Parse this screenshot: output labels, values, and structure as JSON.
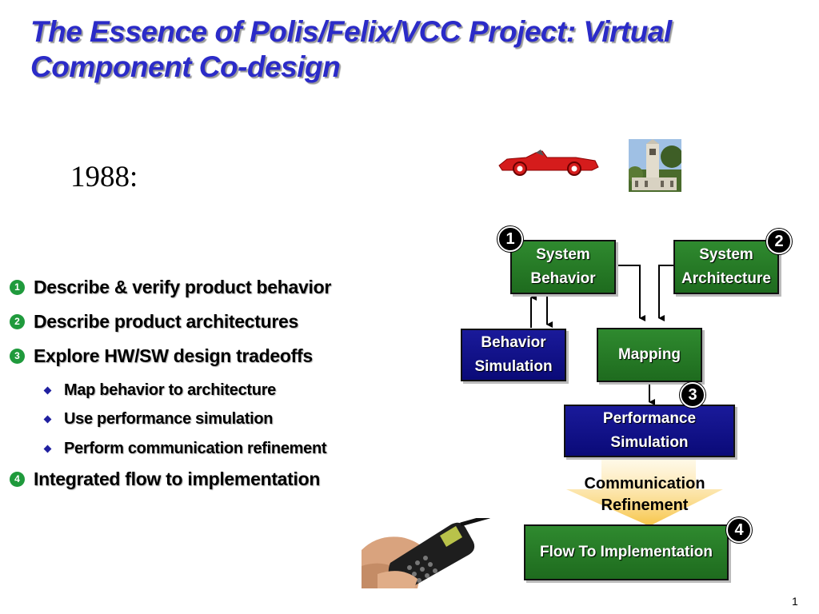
{
  "title": {
    "line1": "The Essence of Polis/Felix/VCC Project: Virtual",
    "line2": "Component Co-design"
  },
  "year": "1988:",
  "bullets": [
    {
      "num": "1",
      "text": "Describe & verify product behavior"
    },
    {
      "num": "2",
      "text": "Describe product architectures"
    },
    {
      "num": "3",
      "text": "Explore HW/SW design tradeoffs"
    }
  ],
  "sub_bullets": [
    "Map behavior to architecture",
    "Use performance simulation",
    "Perform communication refinement"
  ],
  "last_bullet": {
    "num": "4",
    "text": "Integrated flow to implementation"
  },
  "diagram": {
    "system_behavior": {
      "line1": "System",
      "line2": "Behavior"
    },
    "system_architecture": {
      "line1": "System",
      "line2": "Architecture"
    },
    "behavior_simulation": {
      "line1": "Behavior",
      "line2": "Simulation"
    },
    "mapping": "Mapping",
    "performance_simulation": {
      "line1": "Performance",
      "line2": "Simulation"
    },
    "communication_refinement": {
      "line1": "Communication",
      "line2": "Refinement"
    },
    "flow_to_implementation": "Flow To Implementation",
    "step_numbers": [
      "1",
      "2",
      "3",
      "4"
    ]
  },
  "images": {
    "car": "red-sports-car-icon",
    "tower": "campanile-tower-photo",
    "phone": "mobile-phone-in-hand-photo"
  },
  "colors": {
    "title": "#2b2bc8",
    "green_box": "#1e6b1e",
    "blue_box": "#0a0a78",
    "bullet_number": "#1f9a3c",
    "sub_bullet": "#2020a0"
  },
  "page_number": "1"
}
